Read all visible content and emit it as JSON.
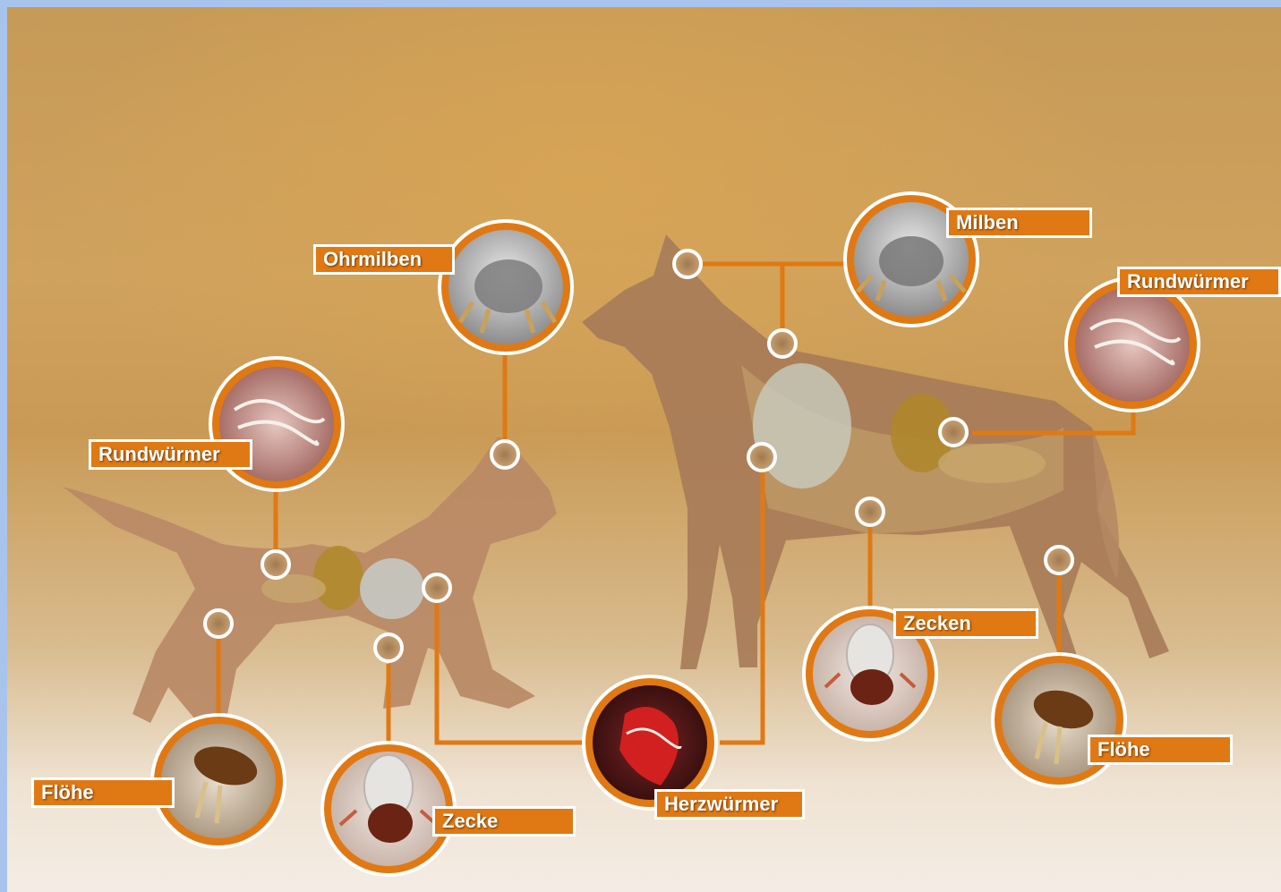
{
  "labels": {
    "ohrmilben": "Ohrmilben",
    "milben": "Milben",
    "rundwuermer_dog": "Rundwürmer",
    "rundwuermer_cat": "Rundwürmer",
    "zecken": "Zecken",
    "floehe_dog": "Flöhe",
    "floehe_cat": "Flöhe",
    "zecke": "Zecke",
    "herzwuermer": "Herzwürmer"
  },
  "colors": {
    "accent": "#e07913",
    "label_text": "#ffffff",
    "page_border": "#a8c4ec"
  }
}
